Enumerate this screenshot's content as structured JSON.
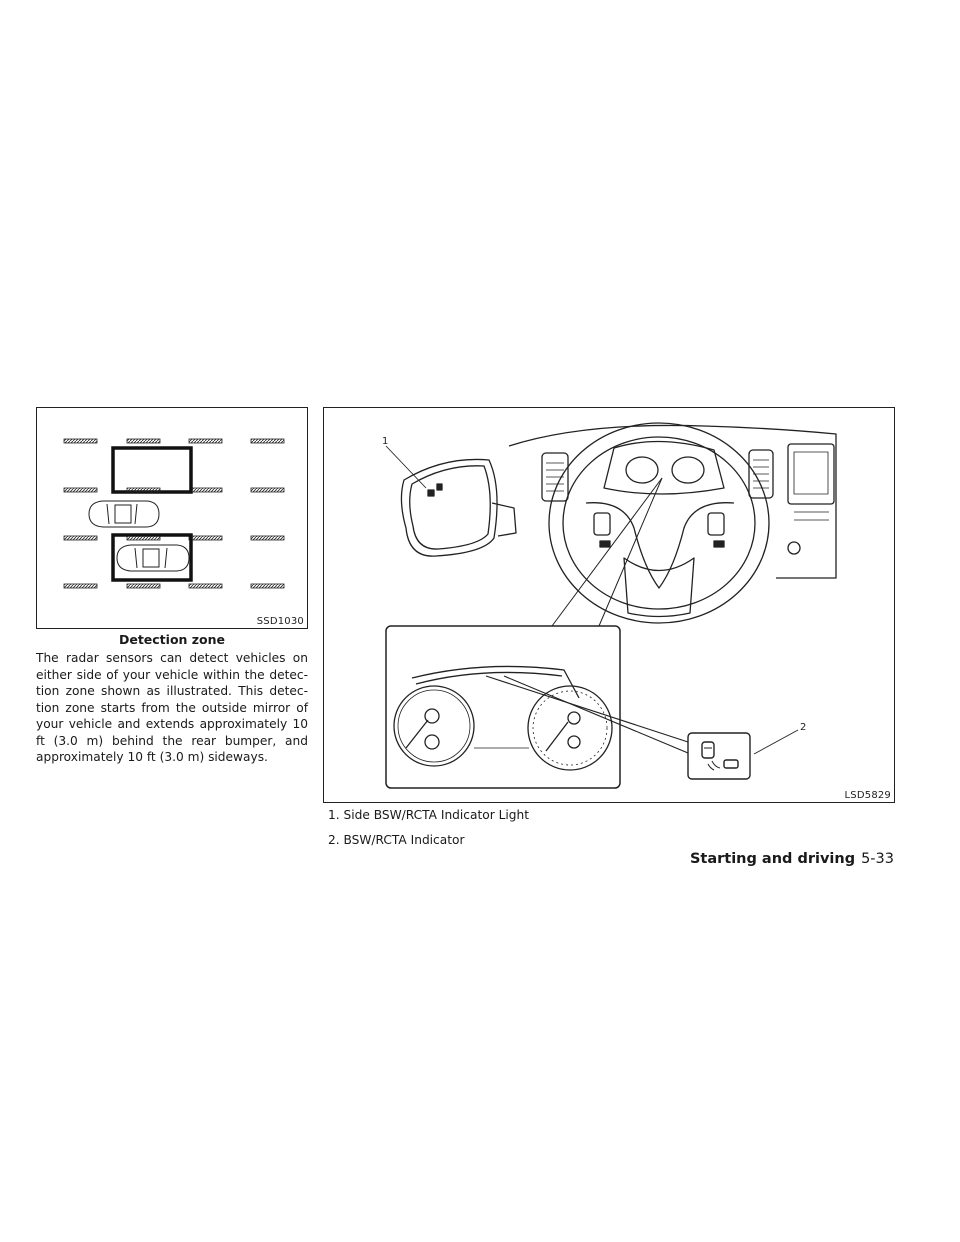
{
  "figure_left": {
    "code": "SSD1030",
    "caption": "Detection zone"
  },
  "body_text": "The radar sensors can detect vehicles on either side of your vehicle within the detec­tion zone shown as illustrated. This detec­tion zone starts from the outside mirror of your vehicle and extends approximately 10 ft (3.0 m) behind the rear bumper, and approximately 10 ft (3.0 m) sideways.",
  "figure_right": {
    "code": "LSD5829",
    "callout_1": "1",
    "callout_2": "2"
  },
  "legend": {
    "item_1": "1.  Side BSW/RCTA Indicator Light",
    "item_2": "2.  BSW/RCTA Indicator"
  },
  "footer": {
    "section": "Starting and driving",
    "page": "5-33"
  }
}
